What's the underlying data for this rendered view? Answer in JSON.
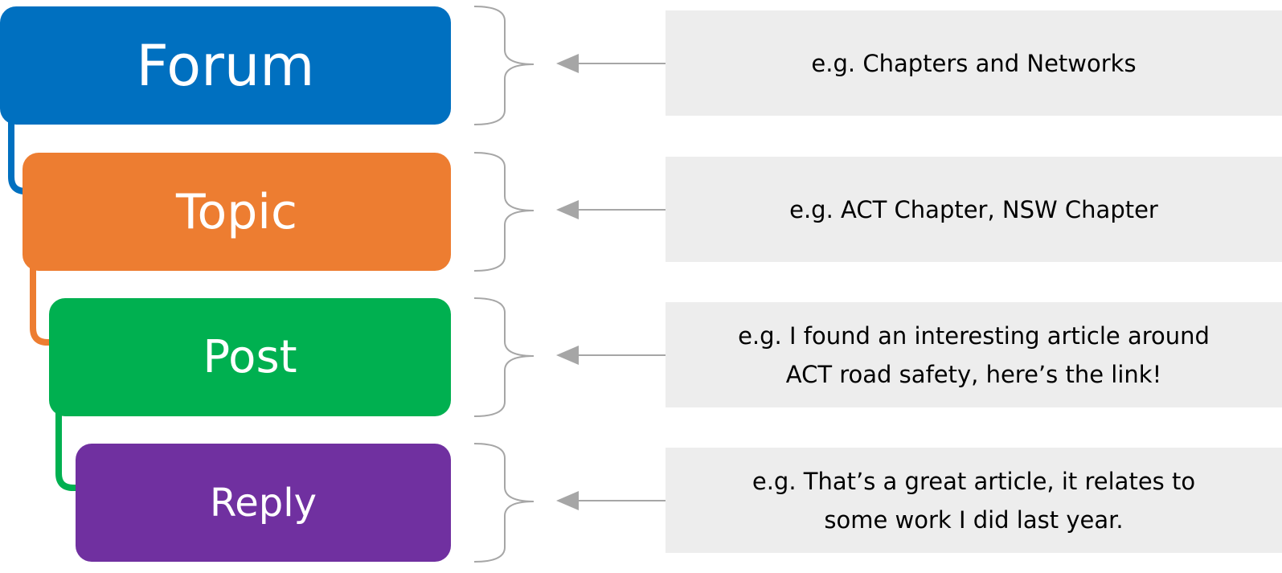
{
  "levels": [
    {
      "id": "forum",
      "label": "Forum",
      "color": "#0070c0",
      "example": "e.g. Chapters and Networks"
    },
    {
      "id": "topic",
      "label": "Topic",
      "color": "#ed7d31",
      "example": "e.g. ACT Chapter, NSW Chapter"
    },
    {
      "id": "post",
      "label": "Post",
      "color": "#00b050",
      "example": "e.g. I found an interesting article around\nACT road safety, here’s the link!"
    },
    {
      "id": "reply",
      "label": "Reply",
      "color": "#7030a0",
      "example": "e.g. That’s a great article, it relates to\nsome work I did last year."
    }
  ],
  "colors": {
    "bracket": "#a6a6a6",
    "arrow": "#a6a6a6",
    "example_background": "#ededed"
  }
}
